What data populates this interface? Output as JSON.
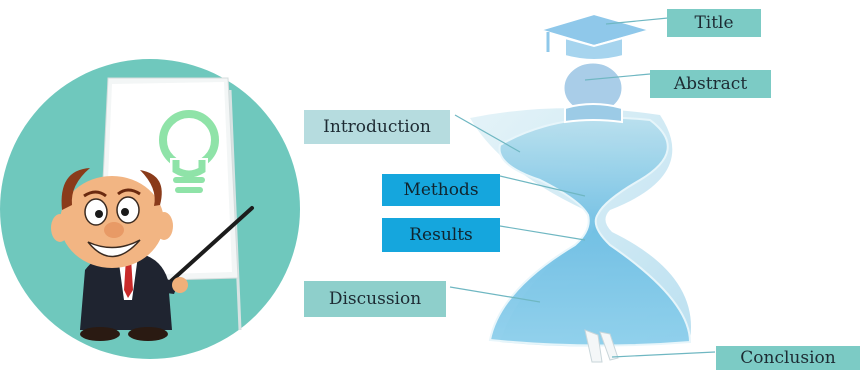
{
  "labels": {
    "title": "Title",
    "abstract": "Abstract",
    "introduction": "Introduction",
    "methods": "Methods",
    "results": "Results",
    "discussion": "Discussion",
    "conclusion": "Conclusion"
  },
  "colors": {
    "teal_circle": "#6fc8bd",
    "label_teal": "#7ccbc5",
    "label_blue": "#15a6dd",
    "hourglass_blue": "#7fc6e6"
  },
  "icons": [
    "lightbulb-icon",
    "graduation-cap-icon",
    "presenter-cartoon",
    "pointer-stick",
    "easel-board"
  ]
}
